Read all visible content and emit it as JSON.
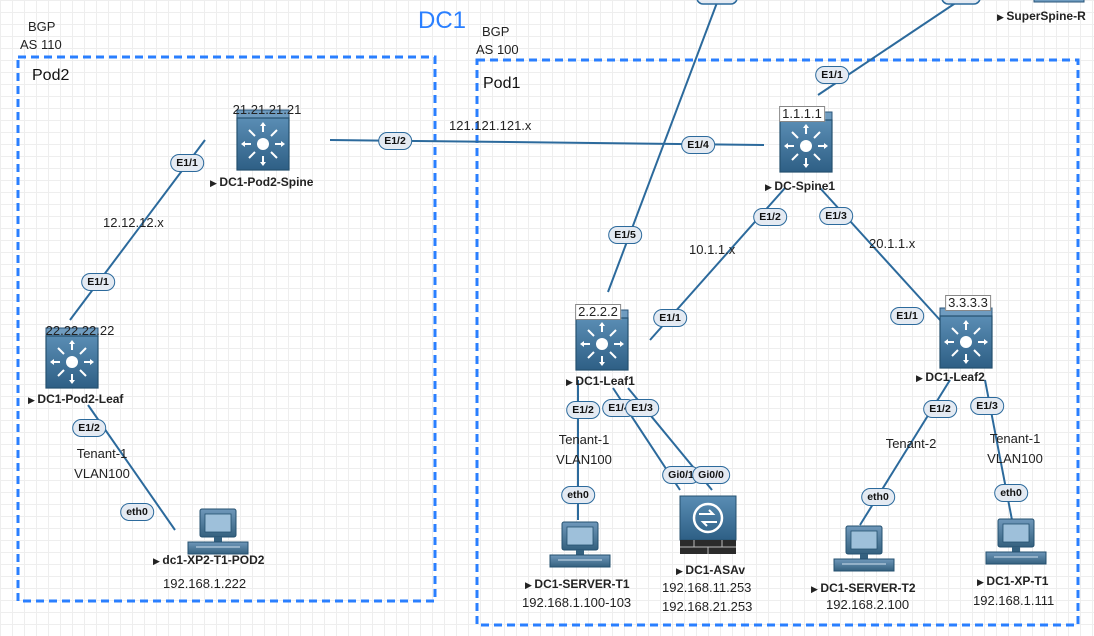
{
  "title": "DC1",
  "pods": {
    "pod2": {
      "label": "Pod2",
      "bgp": "BGP",
      "as": "AS 110"
    },
    "pod1": {
      "label": "Pod1",
      "bgp": "BGP",
      "as": "AS 100"
    }
  },
  "devices": {
    "superspine": {
      "name": "SuperSpine-R"
    },
    "spine1": {
      "name": "DC-Spine1",
      "ip": "1.1.1.1"
    },
    "pod2_spine": {
      "name": "DC1-Pod2-Spine",
      "ip": "21.21.21.21"
    },
    "pod2_leaf": {
      "name": "DC1-Pod2-Leaf",
      "ip": "22.22.22.22"
    },
    "leaf1": {
      "name": "DC1-Leaf1",
      "ip": "2.2.2.2"
    },
    "leaf2": {
      "name": "DC1-Leaf2",
      "ip": "3.3.3.3"
    },
    "asav": {
      "name": "DC1-ASAv",
      "ip1": "192.168.11.253",
      "ip2": "192.168.21.253"
    },
    "server_t1": {
      "name": "DC1-SERVER-T1",
      "ip": "192.168.1.100-103"
    },
    "server_t2": {
      "name": "DC1-SERVER-T2",
      "ip": "192.168.2.100"
    },
    "xp_t1": {
      "name": "DC1-XP-T1",
      "ip": "192.168.1.111"
    },
    "xp2": {
      "name": "dc1-XP2-T1-POD2",
      "ip": "192.168.1.222"
    }
  },
  "subnets": {
    "pod2_link": "12.12.12.x",
    "interpod": "121.121.121.x",
    "leaf1_link": "10.1.1.x",
    "leaf2_link": "20.1.1.x"
  },
  "ports": {
    "spine_up": "E1/1",
    "spine_e14": "E1/4",
    "spine_e12": "E1/2",
    "spine_e13": "E1/3",
    "leaf1_e15": "E1/5",
    "leaf1_e11": "E1/1",
    "leaf1_e12": "E1/2",
    "leaf1_e14": "E1/4",
    "leaf1_e13": "E1/3",
    "asav_gi01": "Gi0/1",
    "asav_gi00": "Gi0/0",
    "leaf2_e11": "E1/1",
    "leaf2_e12": "E1/2",
    "leaf2_e13": "E1/3",
    "pod2spine_e12": "E1/2",
    "pod2spine_e11": "E1/1",
    "pod2leaf_e11": "E1/1",
    "pod2leaf_e12": "E1/2",
    "server_t1_eth0": "eth0",
    "server_t2_eth0": "eth0",
    "xp_t1_eth0": "eth0",
    "xp2_eth0": "eth0"
  },
  "segments": {
    "pod2_tenant": "Tenant-1",
    "pod2_vlan": "VLAN100",
    "leaf1_tenant": "Tenant-1",
    "leaf1_vlan": "VLAN100",
    "leaf2_t2_tenant": "Tenant-2",
    "leaf2_t1_tenant": "Tenant-1",
    "leaf2_t1_vlan": "VLAN100"
  },
  "colors": {
    "link": "#2c6a9c",
    "pod_border": "#2a7fff",
    "switch": "#3d6f94",
    "title": "#2a7fff"
  }
}
